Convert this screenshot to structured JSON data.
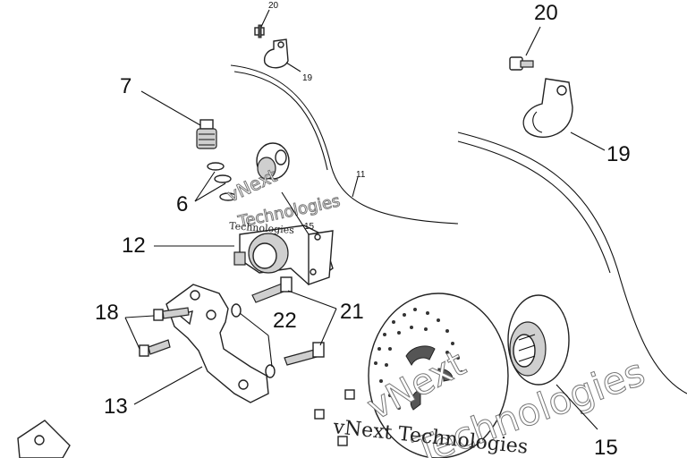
{
  "diagram": {
    "callouts": {
      "c20_small": "20",
      "c19_small": "19",
      "c20_big": "20",
      "c19_big": "19",
      "c7": "7",
      "c6": "6",
      "c11": "11",
      "c12": "12",
      "c18": "18",
      "c22": "22",
      "c21": "21",
      "c13": "13",
      "c15_small": "15",
      "c15_big": "15"
    },
    "watermark": {
      "text_main": "vNext Technologies",
      "text_outline": "Technologies",
      "text_vnext": "vNext",
      "text_small": "Technologies",
      "text_small_v": "vNext"
    }
  },
  "colors": {
    "line": "#111111",
    "shade": "#cfcfcf",
    "background": "#ffffff"
  }
}
